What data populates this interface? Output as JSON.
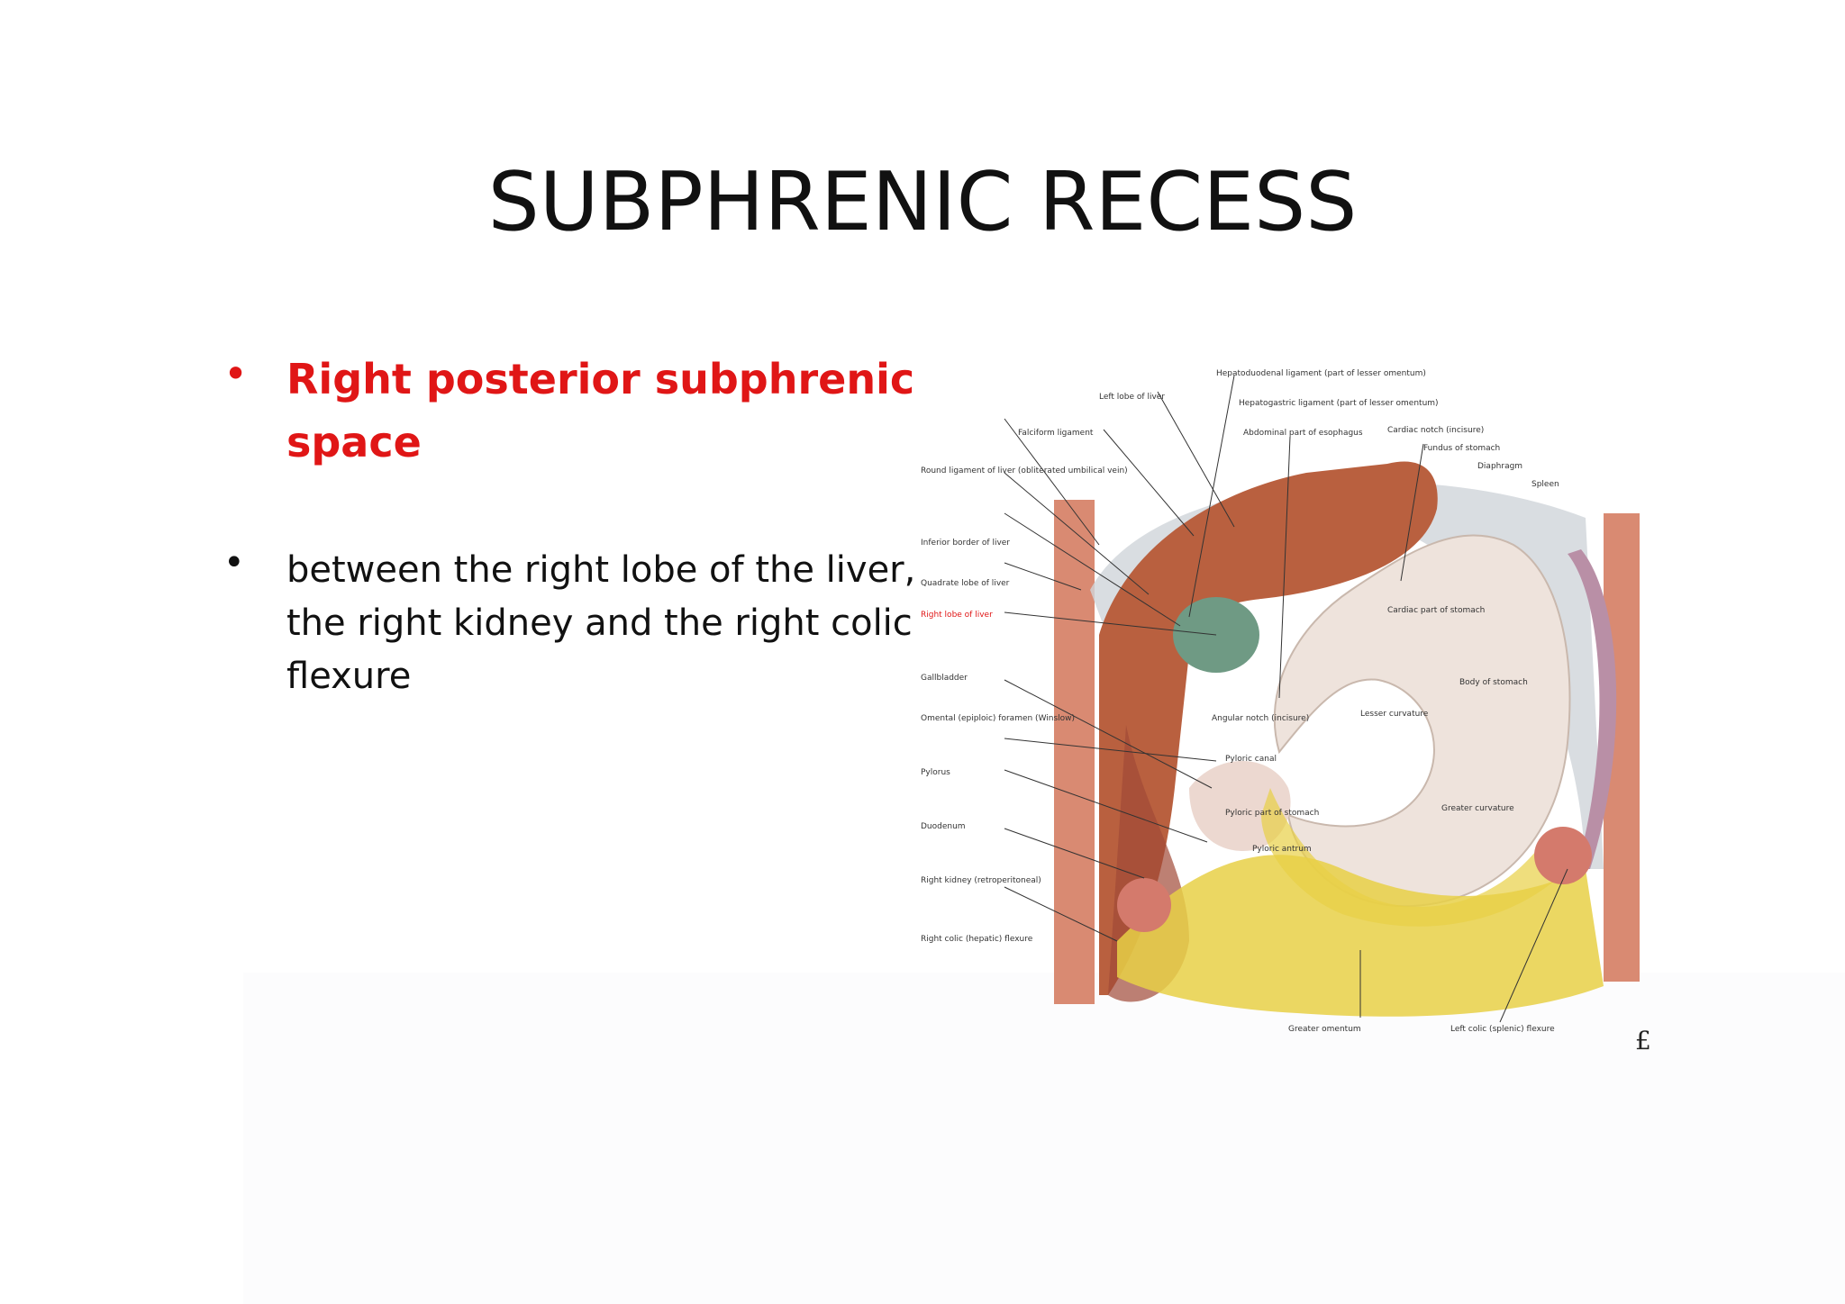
{
  "slide": {
    "title": "SUBPHRENIC RECESS",
    "bullets": [
      {
        "text": "Right posterior subphrenic space",
        "color": "#e01616"
      },
      {
        "text": "between the right lobe of the liver, the right kidney and the right colic flexure",
        "color": "#111111"
      }
    ]
  },
  "figure": {
    "labels": {
      "hepatoduodenal": "Hepatoduodenal ligament (part of lesser omentum)",
      "left_lobe": "Left lobe of liver",
      "hepatogastric": "Hepatogastric ligament (part of lesser omentum)",
      "falciform": "Falciform ligament",
      "abdominal_esophagus": "Abdominal part of esophagus",
      "cardiac_notch": "Cardiac notch (incisure)",
      "fundus": "Fundus of stomach",
      "diaphragm": "Diaphragm",
      "spleen": "Spleen",
      "round_ligament": "Round ligament of liver (obliterated umbilical vein)",
      "inferior_border": "Inferior border of liver",
      "quadrate_lobe": "Quadrate lobe of liver",
      "right_lobe": "Right lobe of liver",
      "cardiac_part": "Cardiac part of stomach",
      "body": "Body of stomach",
      "gallbladder": "Gallbladder",
      "angular_notch": "Angular notch (incisure)",
      "lesser_curvature": "Lesser curvature",
      "omental_foramen": "Omental (epiploic) foramen (Winslow)",
      "pyloric_canal": "Pyloric canal",
      "pylorus": "Pylorus",
      "pyloric_part": "Pyloric part of stomach",
      "greater_curvature": "Greater curvature",
      "duodenum": "Duodenum",
      "pyloric_antrum": "Pyloric antrum",
      "right_kidney": "Right kidney (retroperitoneal)",
      "right_colic": "Right colic (hepatic) flexure",
      "greater_omentum": "Greater omentum",
      "left_colic": "Left colic (splenic) flexure",
      "signature": "£"
    },
    "colors": {
      "liver": "#b9603f",
      "stomach": "#eee3dc",
      "omentum": "#e8d046",
      "gallbladder": "#6f9a84",
      "highlight_label": "#e01616"
    }
  }
}
